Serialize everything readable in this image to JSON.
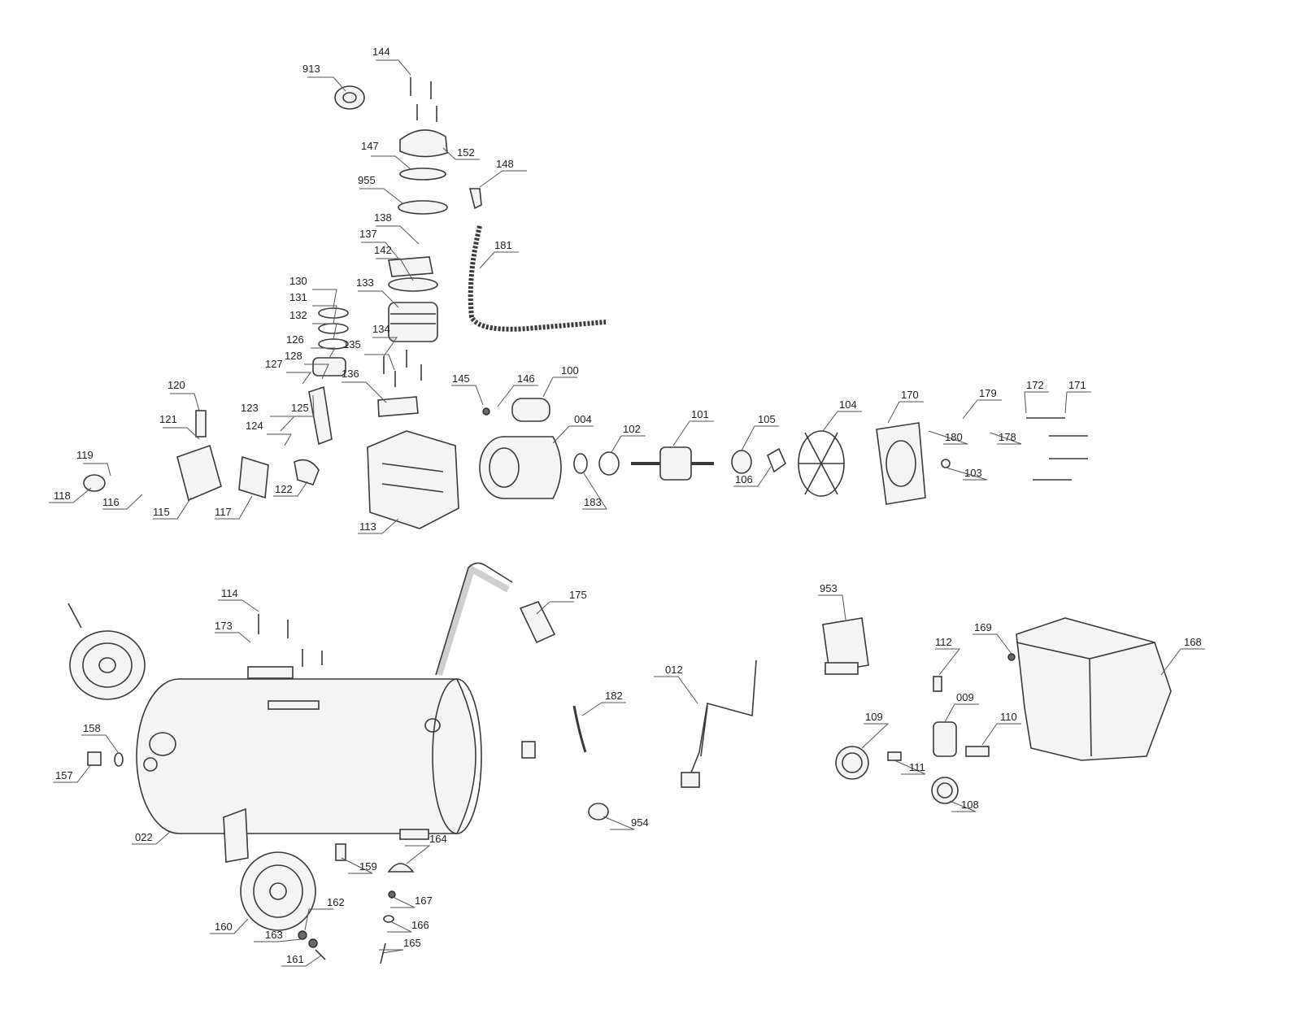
{
  "labels": [
    "913",
    "144",
    "152",
    "147",
    "148",
    "955",
    "138",
    "137",
    "181",
    "142",
    "133",
    "130",
    "131",
    "132",
    "134",
    "135",
    "126",
    "127",
    "128",
    "136",
    "120",
    "121",
    "123",
    "124",
    "125",
    "119",
    "118",
    "116",
    "115",
    "117",
    "122",
    "113",
    "145",
    "146",
    "100",
    "004",
    "183",
    "102",
    "101",
    "105",
    "106",
    "104",
    "170",
    "179",
    "180",
    "103",
    "172",
    "171",
    "178",
    "114",
    "173",
    "175",
    "158",
    "157",
    "022",
    "160",
    "162",
    "163",
    "161",
    "159",
    "164",
    "167",
    "166",
    "165",
    "182",
    "012",
    "954",
    "953",
    "112",
    "169",
    "168",
    "009",
    "110",
    "109",
    "111",
    "108"
  ],
  "colors": {
    "line": "#3a3a3a",
    "text": "#222222",
    "background": "#ffffff"
  }
}
